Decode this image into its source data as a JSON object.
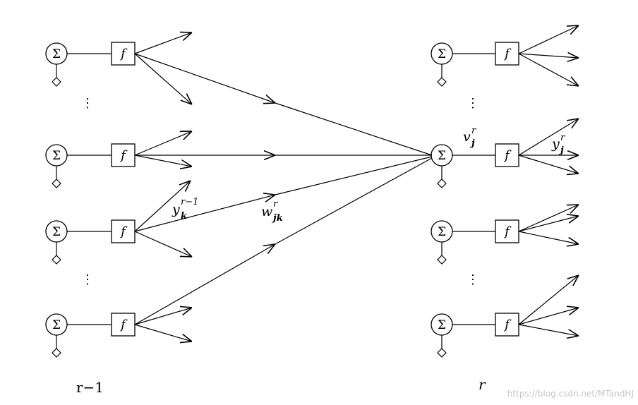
{
  "diagram": {
    "sum_symbol": "Σ",
    "function_symbol": "f",
    "vertical_dots": "⋮",
    "left_layer_label": "r−1",
    "right_layer_label": "r",
    "labels": {
      "y_k": {
        "base": "y",
        "sub": "k",
        "sup": "r−1"
      },
      "w_jk": {
        "base": "w",
        "sub": "jk",
        "sup": "r"
      },
      "v_j": {
        "base": "v",
        "sub": "j",
        "sup": "r"
      },
      "y_j": {
        "base": "y",
        "sub": "j",
        "sup": "r"
      }
    },
    "watermark": "https://blog.csdn.net/MTandHJ"
  }
}
